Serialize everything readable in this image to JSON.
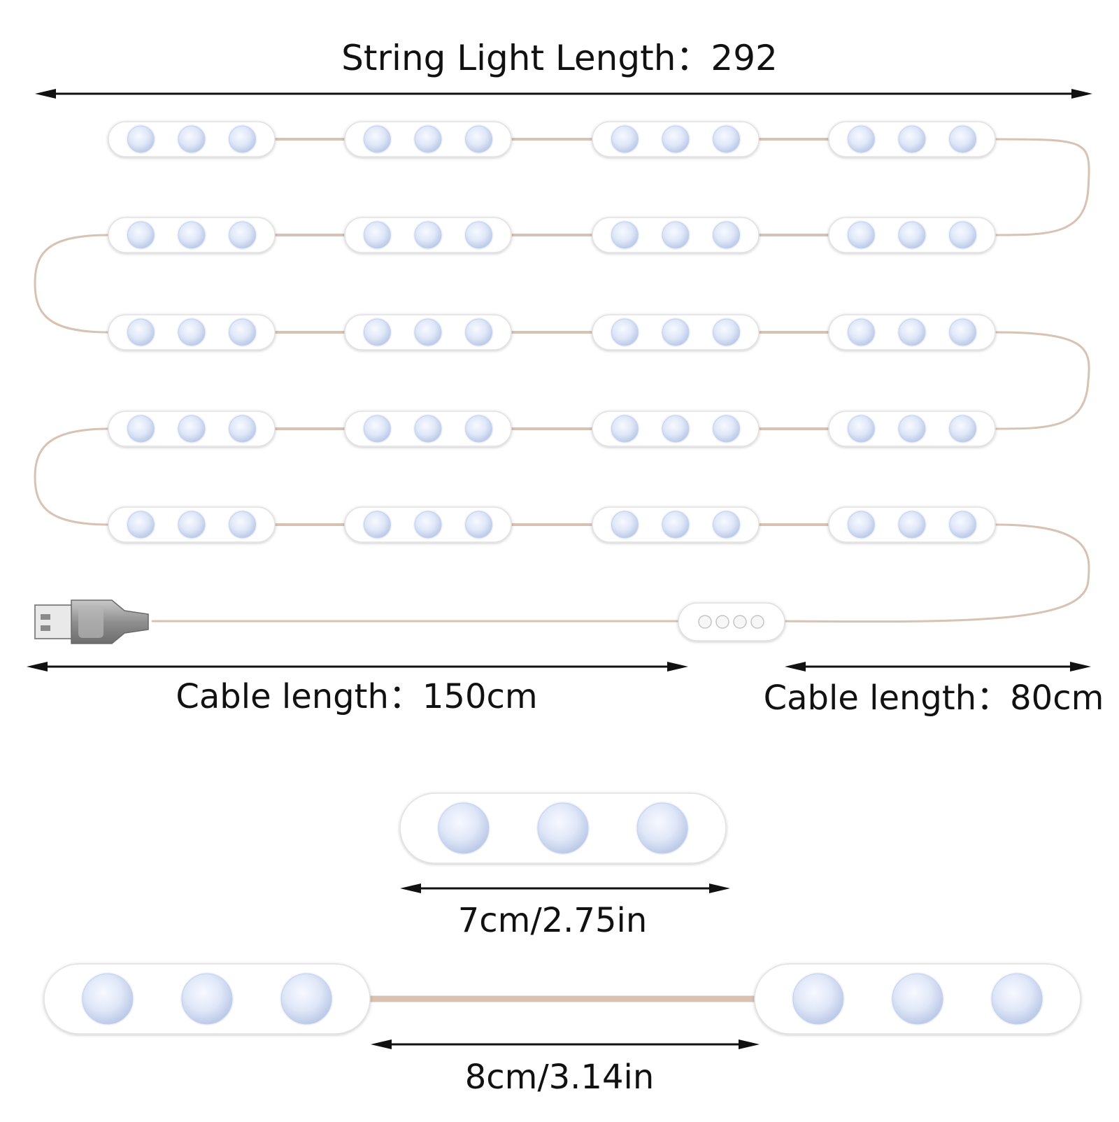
{
  "labels": {
    "string_light_length": "String Light Length：292",
    "cable_length_left": "Cable length：150cm",
    "cable_length_right": "Cable length：80cm",
    "module_width": "7cm/2.75in",
    "module_spacing": "8cm/3.14in"
  },
  "string": {
    "rows": 5,
    "modules_per_row": 4,
    "leds_per_module": 3
  },
  "controller": {
    "buttons": 4
  },
  "colors": {
    "wire": "#d8c2b2",
    "module_body": "#ffffff",
    "led": "#dde6f7",
    "arrow": "#111111",
    "usb_metal": "#9b9b9b"
  }
}
